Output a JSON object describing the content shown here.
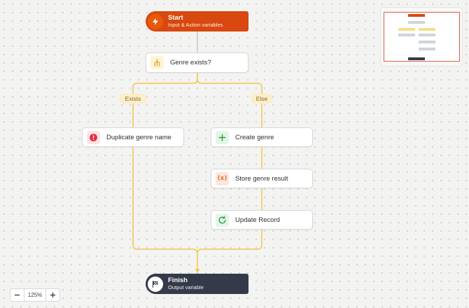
{
  "flow": {
    "start": {
      "title": "Start",
      "subtitle": "Input & Action variables"
    },
    "condition": {
      "label": "Genre exists?"
    },
    "branches": {
      "yes": "Exists",
      "no": "Else"
    },
    "steps": {
      "duplicate": "Duplicate genre name",
      "create": "Create genre",
      "store": "Store genre result",
      "update": "Update Record"
    },
    "finish": {
      "title": "Finish",
      "subtitle": "Output variable"
    }
  },
  "zoom": {
    "value": "125%"
  },
  "colors": {
    "start": "#d9480f",
    "finish": "#343a4a",
    "connector": "#f2c84b",
    "connector_top": "#c9c9c9",
    "error": "#e03140",
    "add": "#2f9e44",
    "variable": "#e8590c"
  },
  "icons": {
    "start": "bolt-icon",
    "condition": "branch-icon",
    "duplicate": "alert-icon",
    "create": "plus-icon",
    "store": "variable-icon",
    "update": "refresh-icon",
    "finish": "flag-icon"
  }
}
